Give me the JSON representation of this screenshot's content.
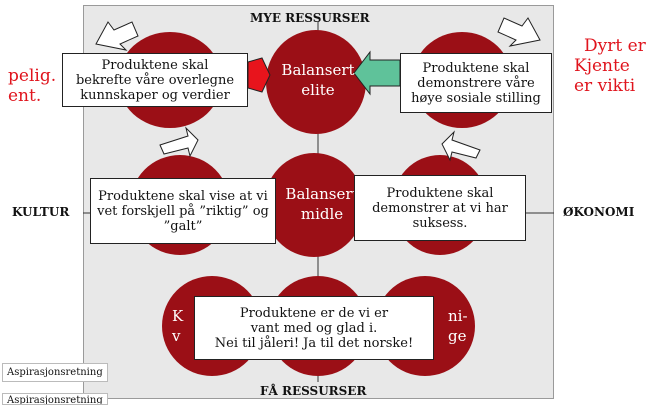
{
  "axes": {
    "top": "MYE RESSURSER",
    "bottom": "FÅ RESSURSER",
    "left": "KULTUR",
    "right": "ØKONOMI"
  },
  "ellipses": {
    "top_center": [
      "Balansert",
      "elite"
    ],
    "middle_center": [
      "Balansert",
      "midle"
    ],
    "bottom_left_partial": [
      "K",
      "v"
    ],
    "bottom_right_partial": [
      "ni-",
      "ge"
    ]
  },
  "boxes": {
    "top_left": [
      "Produktene skal",
      "bekrefte våre overlegne",
      "kunnskaper og verdier"
    ],
    "top_right": [
      "Produktene skal",
      "demonstrere våre",
      "høye sosiale stilling"
    ],
    "middle_left": [
      "Produktene skal vise at vi",
      "vet forskjell på ”riktig” og",
      "”galt”"
    ],
    "middle_right": [
      "Produktene skal",
      "demonstrer at vi har",
      "suksess."
    ],
    "bottom": [
      "Produktene er de vi er",
      "vant med og glad i.",
      "Nei til jåleri! Ja til det norske!"
    ]
  },
  "side_text": {
    "left": [
      "pelig.",
      "ent."
    ],
    "right": [
      "Dyrt er",
      "Kjente",
      "er vikti"
    ]
  },
  "small_labels": {
    "aspiration": "Aspirasjonsretning",
    "aspiration_cut": "Aspirasjonsretning"
  },
  "colors": {
    "ellipse": "#9b0f16",
    "square": "#e8e8e8",
    "red_arrow": "#e8141c",
    "green_arrow": "#5fc29a",
    "side_text": "#e0141d"
  }
}
